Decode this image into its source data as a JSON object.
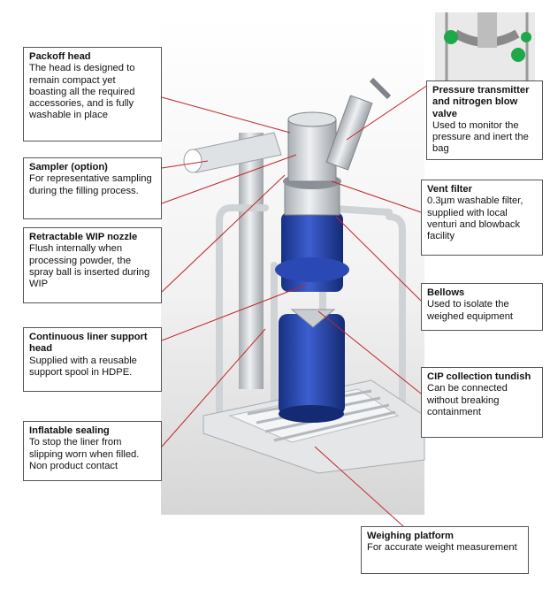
{
  "callouts": {
    "packoff": {
      "title": "Packoff head",
      "body": "The head is designed to remain compact yet boasting all the required accessories, and is fully washable in place"
    },
    "sampler": {
      "title": "Sampler (option)",
      "body": "For representative sampling during the filling process."
    },
    "wip": {
      "title": "Retractable WIP nozzle",
      "body": "Flush internally when processing powder, the spray ball is inserted during WIP"
    },
    "liner": {
      "title": "Continuous liner support head",
      "body": "Supplied with a reusable support spool in HDPE."
    },
    "sealing": {
      "title": "Inflatable sealing",
      "body": "To stop the liner from slipping worn when filled. Non product contact"
    },
    "pressure": {
      "title": "Pressure transmitter and nitrogen blow valve",
      "body": "Used to monitor the pressure and inert the bag"
    },
    "vent": {
      "title": "Vent filter",
      "body": "0.3µm washable filter, supplied with local venturi and blowback facility"
    },
    "bellows": {
      "title": "Bellows",
      "body": "Used to isolate the weighed equipment"
    },
    "cip": {
      "title": "CIP collection tundish",
      "body": "Can be connected without breaking containment"
    },
    "weighing": {
      "title": "Weighing platform",
      "body": "For accurate weight measurement"
    }
  },
  "colors": {
    "leader": "#c0262c",
    "drum": "#1f3f9e",
    "steel": "#c9cdd1",
    "backdrop": "#e7e7e7"
  }
}
